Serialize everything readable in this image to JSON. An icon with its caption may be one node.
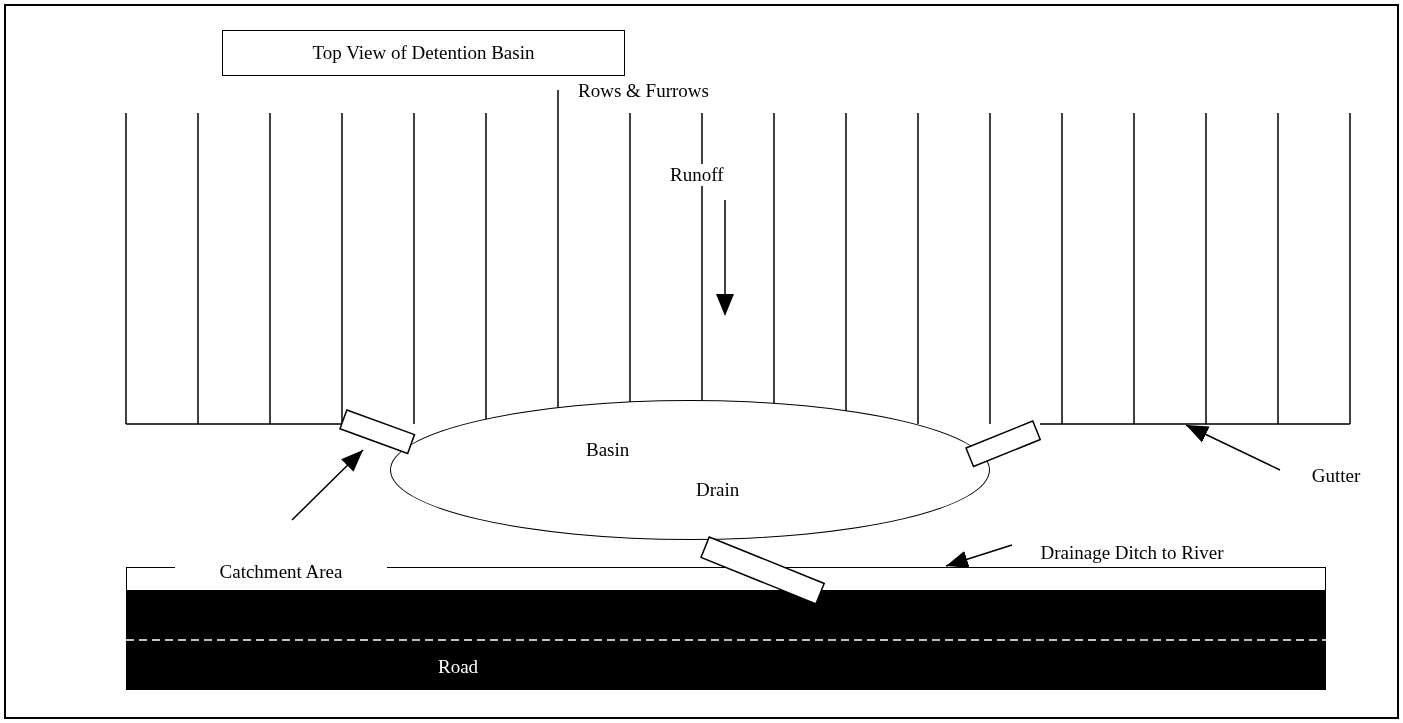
{
  "diagram": {
    "title": "Top View of Detention Basin",
    "nodes": [
      {
        "text": [
          "Basin",
          "Drain"
        ]
      },
      {
        "text": [],
        "shape": "box"
      },
      {
        "text": [],
        "shape": "box"
      },
      {
        "text": [],
        "shape": "box"
      },
      {
        "text": [
          "Catchment Area"
        ]
      },
      {
        "text": [
          "Gutter"
        ]
      },
      {
        "text": [
          "Drainage Ditch to River"
        ]
      },
      {
        "text": [],
        "shape": "bar"
      },
      {
        "text": [
          "Road"
        ]
      }
    ],
    "edges": [
      {
        "from": 4,
        "to": 1,
        "arrow": "to"
      },
      {
        "from": 5,
        "to": null,
        "arrow": "to"
      },
      {
        "from": 6,
        "to": 7,
        "arrow": "to"
      }
    ],
    "labels": [
      "Rows & Furrows",
      "Runoff"
    ]
  }
}
